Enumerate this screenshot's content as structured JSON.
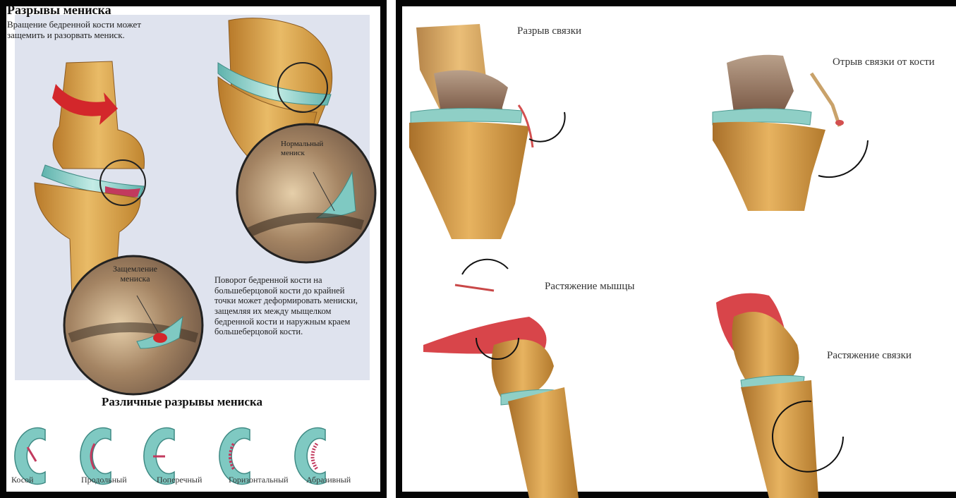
{
  "left_panel": {
    "title": "Разрывы мениска",
    "subtitle": "Вращение бедренной кости может защемить и разорвать мениск.",
    "normal_label": "Нормальный мениск",
    "pinch_label": "Защемление мениска",
    "description": "Поворот бедренной кости на большеберцовой кости до крайней точки может деформировать мениски, защемляя их между мыщелком бедренной кости и наружным краем большеберцовой кости.",
    "types_title": "Различные разрывы мениска",
    "tear_types": [
      "Косой",
      "Продольный",
      "Поперечный",
      "Горизонтальный",
      "Абразивный"
    ]
  },
  "right_panel": {
    "labels": {
      "ligament_tear": "Разрыв связки",
      "ligament_avulsion": "Отрыв связки от кости",
      "muscle_strain": "Растяжение мышцы",
      "ligament_sprain": "Растяжение связки"
    }
  },
  "colors": {
    "frame": "#050505",
    "bone": "#d9a24b",
    "meniscus": "#7fc9c2",
    "muscle": "#d8454a",
    "panel_bg": "#dfe3ee"
  }
}
